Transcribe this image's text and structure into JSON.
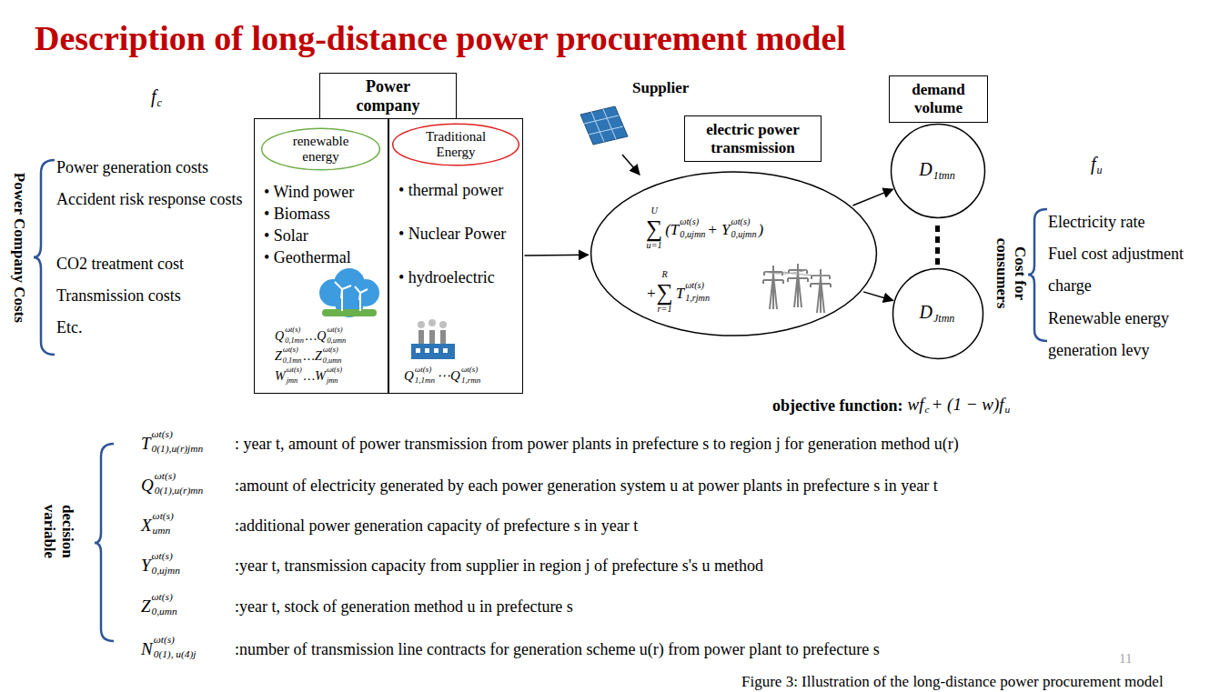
{
  "diagram": {
    "title": "Description of long-distance power procurement model",
    "caption": "Figure 3: Illustration of the long-distance power procurement model",
    "nodes": [
      {
        "text": [
          "Power company"
        ]
      },
      {
        "text": [
          "• Wind power",
          "• Biomass",
          "• Solar",
          "• Geothermal",
          "Q",
          "ωt(s)",
          "0,1mn",
          "…",
          "Q",
          "ωt(s)",
          "0,umn",
          "Z",
          "ωt(s)",
          "0,1mn",
          "…",
          "Z",
          "ωt(s)",
          "0,umn",
          "W",
          "ωt(s)",
          "jmn",
          "…",
          "W",
          "ωt(s)",
          "jmn"
        ]
      },
      {
        "text": [
          "renewable energy"
        ],
        "in": 1
      },
      {
        "text": [
          "• thermal power",
          "• Nuclear Power",
          "• hydroelectric",
          "Q",
          "ωt(s)",
          "1,1mn",
          "⋯",
          "Q",
          "ωt(s)",
          "1,rmn"
        ]
      },
      {
        "text": [
          "Traditional Energy"
        ],
        "in": 3
      },
      {
        "text": [
          "electric power transmission"
        ]
      },
      {
        "text": [
          "U",
          "∑",
          "u=1",
          "(T",
          "ωt(s)",
          "0,ujmn",
          "+ Y",
          "ωt(s)",
          "0,ujmn",
          ")",
          "+",
          "R",
          "∑",
          "r=1",
          "T",
          "ωt(s)",
          "1,rjmn"
        ]
      },
      {
        "text": [
          "demand volume"
        ]
      },
      {
        "text": [
          "D",
          "1tmn"
        ]
      },
      {
        "text": [
          "D",
          "Jtmn"
        ]
      }
    ],
    "edges": [
      {
        "from": 3,
        "to": 6,
        "arrow": "to"
      },
      {
        "from": 6,
        "to": 8,
        "arrow": "to"
      },
      {
        "from": 6,
        "to": 9,
        "arrow": "to"
      }
    ],
    "labels": [
      "f",
      "c",
      "Power Company Costs",
      "Power generation costs",
      "Accident risk response costs",
      "CO2 treatment cost",
      "Transmission costs",
      "Etc.",
      "Supplier",
      "f",
      "u",
      "Cost for consumers",
      "Electricity rate",
      "Fuel cost adjustment charge",
      "Renewable energy generation levy",
      "objective function:",
      "wf",
      "c",
      "+ (1 − w)f",
      "u",
      "decision variable",
      "T",
      "ωt(s)",
      "0(1),u(r)jmn",
      ": year t, amount of power transmission from power plants in prefecture s to region j for generation method u(r)",
      "Q",
      "ωt(s)",
      "0(1),u(r)mn",
      ":amount of electricity generated by each power generation system u at power plants in prefecture s in year t",
      "X",
      "ωt(s)",
      "umn",
      ":additional power generation capacity of prefecture s in year t",
      "Y",
      "ωt(s)",
      "0,ujmn",
      ":year t, transmission capacity from supplier in region j of prefecture s's u method",
      "Z",
      "ωt(s)",
      "0,umn",
      ":year t, stock of generation method u in prefecture s",
      "N",
      "ωt(s)",
      "0(1), u(4)j",
      ":number of transmission line contracts for generation scheme u(r) from power plant to prefecture s",
      "11"
    ]
  }
}
